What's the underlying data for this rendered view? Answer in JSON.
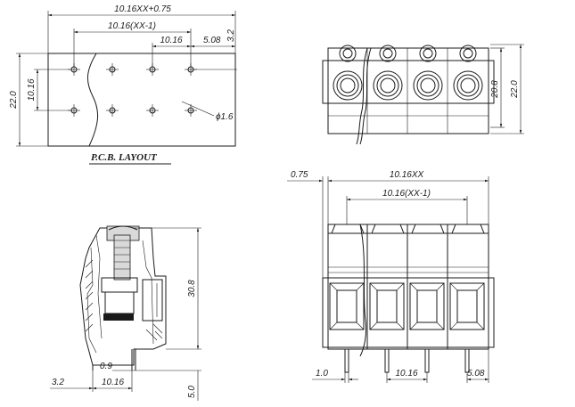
{
  "pcb_layout": {
    "heading": "P.C.B. LAYOUT",
    "dims": {
      "total_width": "10.16XX+0.75",
      "pitch_span": "10.16(XX-1)",
      "pitch": "10.16",
      "edge_offset": "5.08",
      "top_offset": "3.2",
      "row_spacing": "10.16",
      "height": "22.0",
      "hole_dia": "ϕ1.6"
    }
  },
  "top_view": {
    "dims": {
      "inner_height": "20.8",
      "outer_height": "22.0"
    }
  },
  "side_view": {
    "dims": {
      "height": "30.8",
      "pin_offset": "3.2",
      "pin_pitch": "10.16",
      "pin_gap": "0.9",
      "pin_length": "5.0"
    }
  },
  "front_view": {
    "dims": {
      "left_offset": "0.75",
      "total_width": "10.16XX",
      "pitch_span": "10.16(XX-1)",
      "pin_width": "1.0",
      "pitch": "10.16",
      "edge_offset": "5.08"
    }
  }
}
